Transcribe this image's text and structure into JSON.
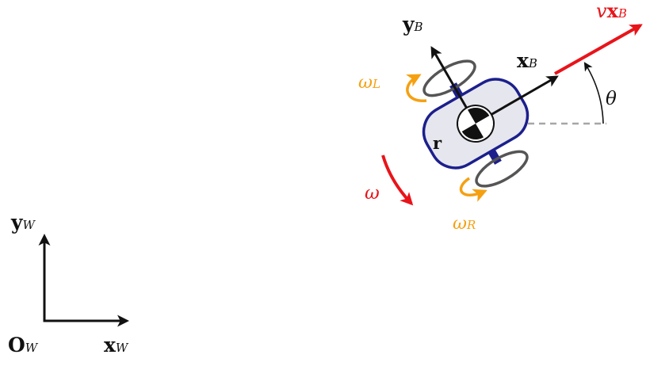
{
  "colors": {
    "axis": "#111111",
    "velocity": "#e8141a",
    "wheel_rotation": "#f5a011",
    "body_outline": "#1c1f8c",
    "body_fill": "#e6e6ee",
    "wheel": "#555555",
    "heading_reference": "#a6a6a6"
  },
  "icons": [
    "center-of-mass-icon"
  ],
  "world_frame": {
    "origin": {
      "symbol": "O",
      "subscript": "W"
    },
    "x_axis": {
      "symbol": "x",
      "subscript": "W"
    },
    "y_axis": {
      "symbol": "y",
      "subscript": "W"
    }
  },
  "robot": {
    "position_label": "r",
    "body_x_axis": {
      "symbol": "x",
      "subscript": "B"
    },
    "body_y_axis": {
      "symbol": "y",
      "subscript": "B"
    },
    "velocity": {
      "scalar": "v",
      "symbol": "x",
      "subscript": "B"
    },
    "heading_angle": "θ",
    "angular_velocity": "ω",
    "left_wheel": {
      "symbol": "ω",
      "subscript": "L"
    },
    "right_wheel": {
      "symbol": "ω",
      "subscript": "R"
    }
  }
}
